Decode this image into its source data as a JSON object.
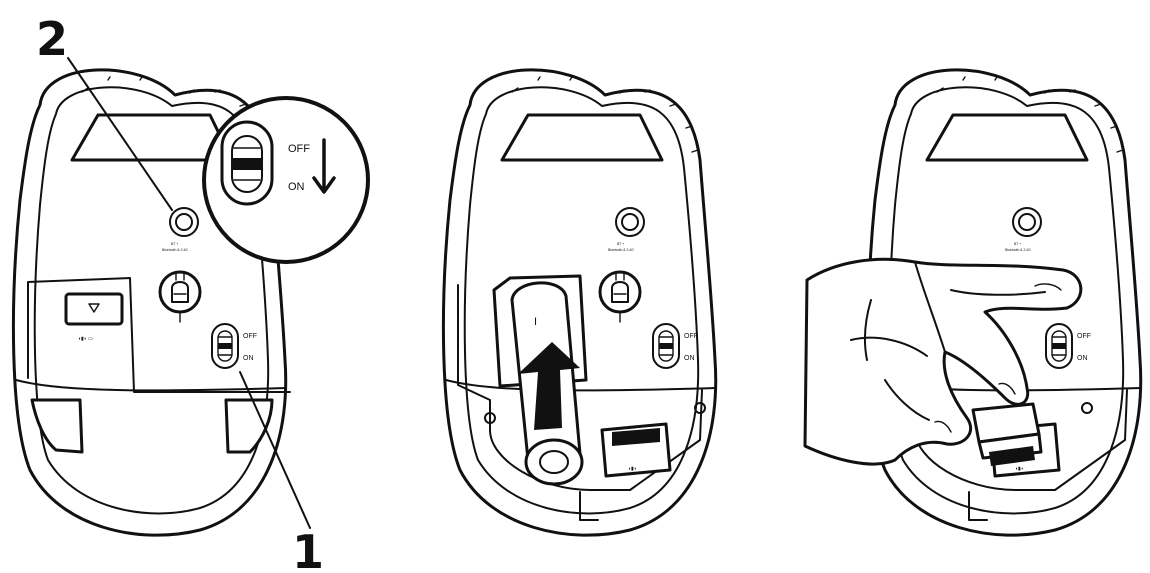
{
  "callouts": {
    "one": "1",
    "two": "2"
  },
  "switch": {
    "off_label": "OFF",
    "on_label": "ON"
  },
  "button": {
    "label": "BT + ",
    "sublabel": "Bluetooth & 2.4G"
  },
  "battery": {
    "mark": "I"
  },
  "colors": {
    "line": "#111111",
    "background": "#ffffff",
    "fill_dark": "#111111"
  }
}
